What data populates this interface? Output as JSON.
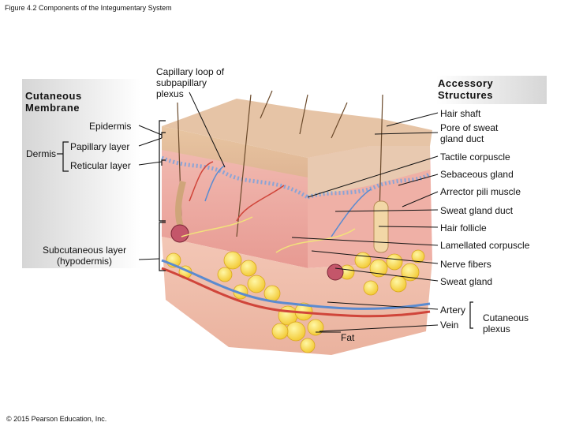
{
  "figure_title": "Figure 4.2 Components of the Integumentary System",
  "copyright": "© 2015 Pearson Education, Inc.",
  "headings": {
    "left": "Cutaneous\nMembrane",
    "right": "Accessory\nStructures"
  },
  "labels": {
    "capillary_loop": "Capillary loop of\nsubpapillary\nplexus",
    "epidermis": "Epidermis",
    "dermis": "Dermis",
    "papillary_layer": "Papillary layer",
    "reticular_layer": "Reticular layer",
    "subcutaneous": "Subcutaneous layer\n(hypodermis)",
    "fat": "Fat",
    "hair_shaft": "Hair shaft",
    "pore": "Pore of sweat\ngland duct",
    "tactile": "Tactile corpuscle",
    "sebaceous": "Sebaceous gland",
    "arrector": "Arrector pili muscle",
    "sweat_duct": "Sweat gland duct",
    "hair_follicle": "Hair follicle",
    "lamellated": "Lamellated corpuscle",
    "nerve": "Nerve fibers",
    "sweat_gland": "Sweat gland",
    "artery": "Artery",
    "vein": "Vein",
    "cutaneous_plexus": "Cutaneous\nplexus"
  }
}
